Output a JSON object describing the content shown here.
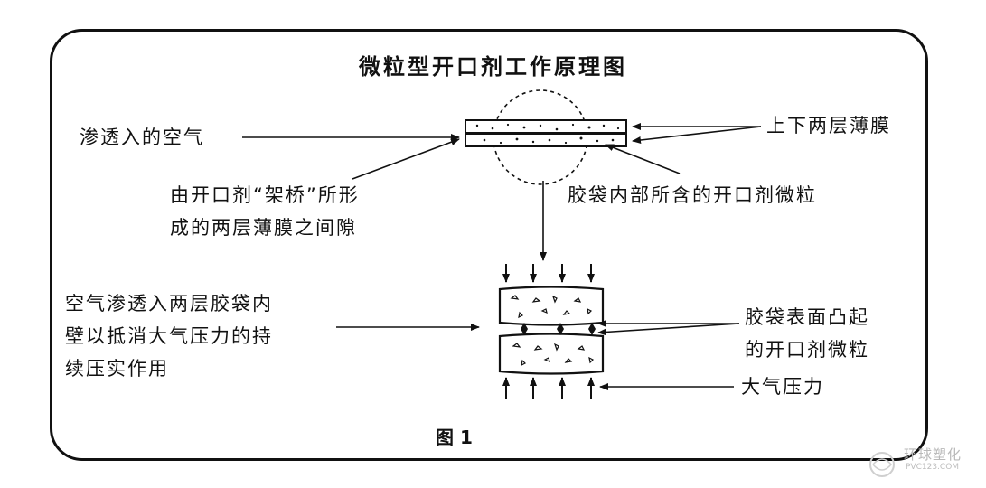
{
  "title": "微粒型开口剂工作原理图",
  "caption": "图 1",
  "labels": {
    "air_in": "渗透入的空气",
    "films": "上下两层薄膜",
    "gap_1": "由开口剂“架桥”所形",
    "gap_2": "成的两层薄膜之间隙",
    "particles": "胶袋内部所含的开口剂微粒",
    "counter_1": "空气渗透入两层胶袋内",
    "counter_2": "壁以抵消大气压力的持",
    "counter_3": "续压实作用",
    "bumps_1": "胶袋表面凸起",
    "bumps_2": "的开口剂微粒",
    "pressure": "大气压力"
  },
  "watermark": {
    "brand": "环球塑化",
    "url": "PVC123.COM"
  }
}
